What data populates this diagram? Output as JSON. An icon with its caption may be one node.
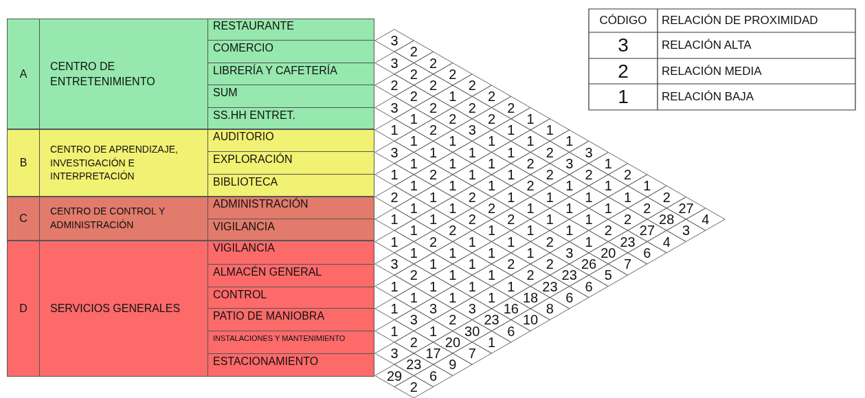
{
  "diagram": {
    "nodes": [
      {
        "text": [
          "A",
          "CENTRO DE ENTRETENIMIENTO"
        ]
      },
      {
        "text": [
          "RESTAURANTE"
        ],
        "in": 0
      },
      {
        "text": [
          "COMERCIO"
        ],
        "in": 0
      },
      {
        "text": [
          "LIBRERÍA Y CAFETERÍA"
        ],
        "in": 0
      },
      {
        "text": [
          "SUM"
        ],
        "in": 0
      },
      {
        "text": [
          "SS.HH ENTRET."
        ],
        "in": 0
      },
      {
        "text": [
          "B",
          "CENTRO DE APRENDIZAJE, INVESTIGACIÓN E INTERPRETACIÓN"
        ]
      },
      {
        "text": [
          "AUDITORIO"
        ],
        "in": 6
      },
      {
        "text": [
          "EXPLORACIÓN"
        ],
        "in": 6
      },
      {
        "text": [
          "BIBLIOTECA"
        ],
        "in": 6
      },
      {
        "text": [
          "C",
          "CENTRO DE CONTROL Y ADMINISTRACIÓN"
        ]
      },
      {
        "text": [
          "ADMINISTRACIÓN"
        ],
        "in": 10
      },
      {
        "text": [
          "VIGILANCIA"
        ],
        "in": 10
      },
      {
        "text": [
          "D",
          "SERVICIOS GENERALES"
        ]
      },
      {
        "text": [
          "VIGILANCIA"
        ],
        "in": 13
      },
      {
        "text": [
          "ALMACÉN GENERAL"
        ],
        "in": 13
      },
      {
        "text": [
          "CONTROL"
        ],
        "in": 13
      },
      {
        "text": [
          "PATIO DE MANIOBRA"
        ],
        "in": 13
      },
      {
        "text": [
          "INSTALACIONES Y MANTENIMIENTO"
        ],
        "in": 13
      },
      {
        "text": [
          "ESTACIONAMIENTO"
        ],
        "in": 13
      }
    ],
    "labels": [
      "CÓDIGO",
      "RELACIÓN DE PROXIMIDAD",
      "3",
      "RELACIÓN ALTA",
      "2",
      "RELACIÓN MEDIA",
      "1",
      "RELACIÓN BAJA",
      "3",
      "2",
      "3",
      "2",
      "2",
      "2",
      "2",
      "2",
      "2",
      "2",
      "1",
      "2",
      "3",
      "2",
      "2",
      "2",
      "1",
      "2",
      "2",
      "1",
      "1",
      "2",
      "3",
      "1",
      "1",
      "1",
      "1",
      "1",
      "1",
      "1",
      "3",
      "1",
      "1",
      "1",
      "2",
      "3",
      "1",
      "1",
      "1",
      "2",
      "3",
      "1",
      "1",
      "2",
      "1",
      "1",
      "2",
      "2",
      "2",
      "1",
      "1",
      "1",
      "2",
      "1",
      "1",
      "1",
      "2",
      "1",
      "2",
      "1",
      "1",
      "1",
      "1",
      "2",
      "1",
      "1",
      "2",
      "1",
      "1",
      "1",
      "2",
      "27",
      "1",
      "1",
      "2",
      "2",
      "1",
      "1",
      "2",
      "28",
      "4",
      "1",
      "2",
      "1",
      "1",
      "1",
      "2",
      "27",
      "3",
      "1",
      "2",
      "1",
      "1",
      "2",
      "1",
      "23",
      "4",
      "1",
      "1",
      "1",
      "1",
      "3",
      "20",
      "6",
      "3",
      "1",
      "1",
      "2",
      "2",
      "26",
      "7",
      "2",
      "1",
      "1",
      "2",
      "23",
      "5",
      "1",
      "1",
      "1",
      "1",
      "23",
      "6",
      "1",
      "1",
      "1",
      "18",
      "6",
      "1",
      "3",
      "3",
      "16",
      "8",
      "3",
      "2",
      "23",
      "10",
      "1",
      "1",
      "30",
      "6",
      "2",
      "20",
      "1",
      "3",
      "17",
      "7",
      "23",
      "9",
      "29",
      "6",
      "2"
    ]
  }
}
